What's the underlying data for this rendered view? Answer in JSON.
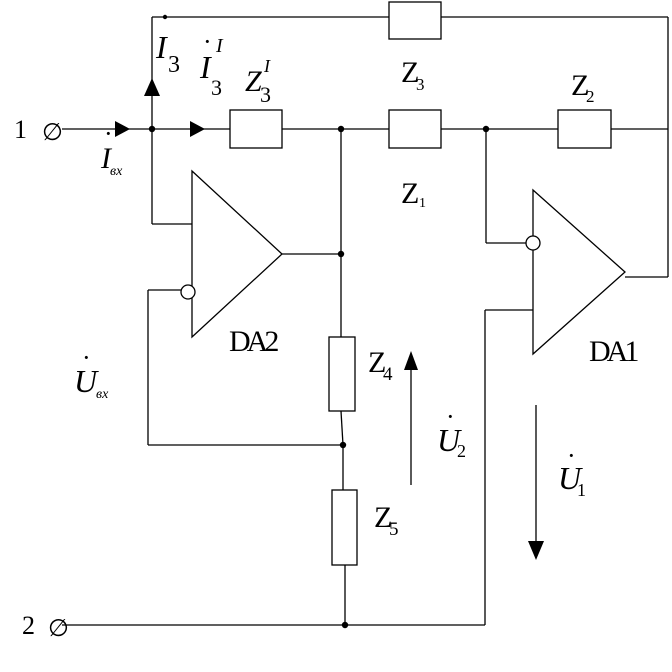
{
  "terminals": {
    "t1": "1",
    "t2": "2",
    "symbol": "∅"
  },
  "currents": {
    "i3": {
      "main": "I",
      "sub": "3"
    },
    "i3p": {
      "main": "I",
      "sup": "I",
      "sub": "3"
    },
    "iin": {
      "main": "I",
      "sub": "вх"
    }
  },
  "impedances": {
    "z3p": {
      "main": "Z",
      "sup": "I",
      "sub": "3"
    },
    "z3": {
      "main": "Z",
      "sub": "3"
    },
    "z2": {
      "main": "Z",
      "sub": "2"
    },
    "z1": {
      "main": "Z",
      "sub": "1"
    },
    "z4": {
      "main": "Z",
      "sub": "4"
    },
    "z5": {
      "main": "Z",
      "sub": "5"
    }
  },
  "amplifiers": {
    "da1": "DA1",
    "da2": "DA2"
  },
  "voltages": {
    "uin": {
      "main": "U",
      "sub": "вх"
    },
    "u2": {
      "main": "U",
      "sub": "2"
    },
    "u1": {
      "main": "U",
      "sub": "1"
    }
  },
  "dot_mark": "·"
}
